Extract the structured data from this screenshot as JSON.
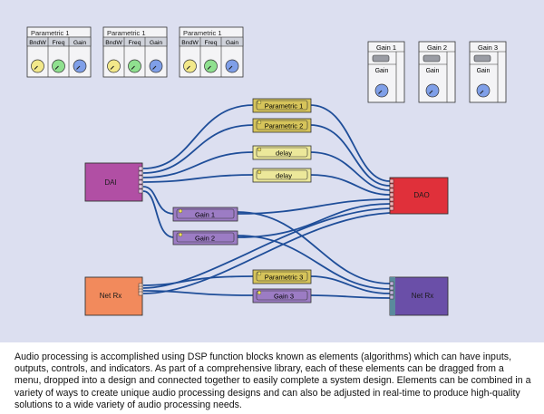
{
  "parametric_panels": [
    {
      "title": "Parametric 1",
      "controls": [
        {
          "label": "BndW",
          "knob": "yellow-knob-icon"
        },
        {
          "label": "Freq",
          "knob": "green-knob-icon"
        },
        {
          "label": "Gain",
          "knob": "blue-knob-icon"
        }
      ]
    },
    {
      "title": "Parametric 1",
      "controls": [
        {
          "label": "BndW",
          "knob": "yellow-knob-icon"
        },
        {
          "label": "Freq",
          "knob": "green-knob-icon"
        },
        {
          "label": "Gain",
          "knob": "blue-knob-icon"
        }
      ]
    },
    {
      "title": "Parametric 1",
      "controls": [
        {
          "label": "BndW",
          "knob": "yellow-knob-icon"
        },
        {
          "label": "Freq",
          "knob": "green-knob-icon"
        },
        {
          "label": "Gain",
          "knob": "blue-knob-icon"
        }
      ]
    }
  ],
  "gain_panels": [
    {
      "title": "Gain 1",
      "label": "Gain"
    },
    {
      "title": "Gain 2",
      "label": "Gain"
    },
    {
      "title": "Gain 3",
      "label": "Gain"
    }
  ],
  "blocks": {
    "dai": "DAI",
    "dao": "DAO",
    "net_rx_in": "Net Rx",
    "net_rx_out": "Net Rx",
    "parametric_1": "Parametric 1",
    "parametric_2": "Parametric 2",
    "delay_1": "delay",
    "delay_2": "delay",
    "gain_1": "Gain 1",
    "gain_2": "Gain 2",
    "parametric_3": "Parametric 3",
    "gain_3": "Gain 3"
  },
  "colors": {
    "canvas": "#dcdff0",
    "wire": "#1f4e99",
    "dai": "#b14fa4",
    "dao": "#e0303a",
    "net_rx_in": "#f28a5c",
    "net_rx_out": "#6a4fa8",
    "parametric": "#d6c45a",
    "gain_block": "#9c7cc4",
    "knob_yellow": "#f2e88a",
    "knob_green": "#8fe08f",
    "knob_blue": "#7f9fe8"
  },
  "caption": "Audio processing is accomplished using DSP function blocks known as elements (algorithms) which can have inputs, outputs, controls, and indicators. As part of a comprehensive library, each of these elements can be dragged from a menu, dropped into a design and connected together to easily complete a system design. Elements can be combined in a variety of ways to create unique audio processing designs and can also be adjusted in real-time to produce high-quality solutions to a wide variety of audio processing needs."
}
